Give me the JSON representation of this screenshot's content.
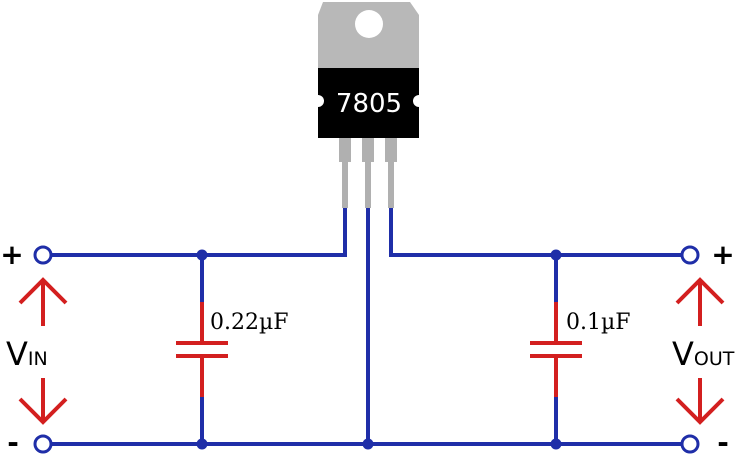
{
  "regulator": {
    "part_number": "7805"
  },
  "input": {
    "plus_sign": "+",
    "minus_sign": "-",
    "label_main": "V",
    "label_sub": "IN"
  },
  "output": {
    "plus_sign": "+",
    "minus_sign": "-",
    "label_main": "V",
    "label_sub": "OUT"
  },
  "capacitors": {
    "input_cap": {
      "value": "0.22µF"
    },
    "output_cap": {
      "value": "0.1µF"
    }
  },
  "colors": {
    "wire": "#1f2ea8",
    "capacitor": "#d31f1f",
    "arrow": "#d31f1f",
    "lead": "#a9a9a9",
    "tab": "#b8b8b8",
    "body": "#000000",
    "text": "#000000"
  }
}
